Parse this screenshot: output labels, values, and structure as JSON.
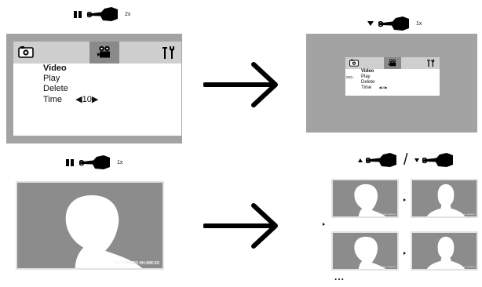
{
  "hints": {
    "step1_count": "2x",
    "step2_count": "1x",
    "step3_count": "1x",
    "step4_separator": "/"
  },
  "menu": {
    "items": [
      "Video",
      "Play",
      "Delete",
      "Time"
    ],
    "selected_item": "Video",
    "time_value": "10"
  },
  "menu_small": {
    "row_marker": "≡≡▷"
  },
  "playback": {
    "timestamp": "YYYY/MM/DD HH:MM:SS",
    "more_indicator": "..."
  },
  "icons": {
    "pause": "pause-icon",
    "hand": "pointing-hand-icon",
    "camera": "camera-tab-icon",
    "video_camera": "video-camera-tab-icon",
    "tools": "tools-tab-icon",
    "arrow": "right-arrow-icon"
  },
  "colors": {
    "screen_gray": "#a3a3a3",
    "photo_gray": "#8c8c8c",
    "silhouette": "#ffffff"
  }
}
